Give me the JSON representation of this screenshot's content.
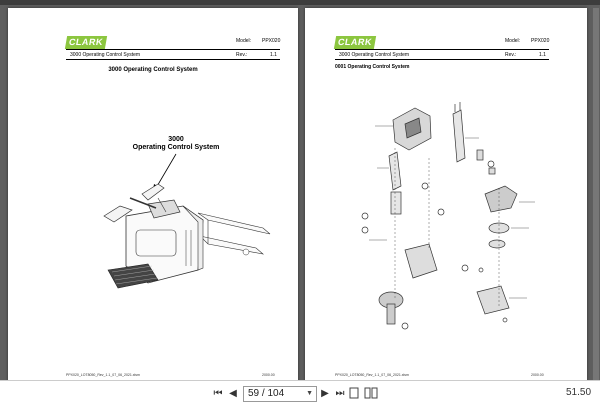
{
  "left_page": {
    "logo": "CLARK",
    "model_label": "Model:",
    "model_value": "PPX020",
    "section_title": "3000 Operating Control System",
    "rev_label": "Rev.:",
    "rev_value": "1.1",
    "center_title": "3000 Operating Control System",
    "callout_line1": "3000",
    "callout_line2": "Operating Control System",
    "footer_left": "PPX020_LOT8050_Rev_1.1_07_06_2021.xlsm",
    "footer_right": "2000.00"
  },
  "right_page": {
    "logo": "CLARK",
    "model_label": "Model:",
    "model_value": "PPX020",
    "section_title": "3000 Operating Control System",
    "rev_label": "Rev.:",
    "rev_value": "1.1",
    "sub_title": "0001 Operating Control System",
    "footer_left": "PPX020_LOT8050_Rev_1.1_07_06_2021.xlsm",
    "footer_right": "2000.00"
  },
  "toolbar": {
    "first_page_icon": "first-page-icon",
    "prev_page_icon": "prev-page-icon",
    "page_value": "59 / 104",
    "next_page_icon": "next-page-icon",
    "last_page_icon": "last-page-icon",
    "zoom": "51.50"
  },
  "colors": {
    "logo_green": "#8cc63f",
    "viewer_bg": "#5f5f5f"
  }
}
